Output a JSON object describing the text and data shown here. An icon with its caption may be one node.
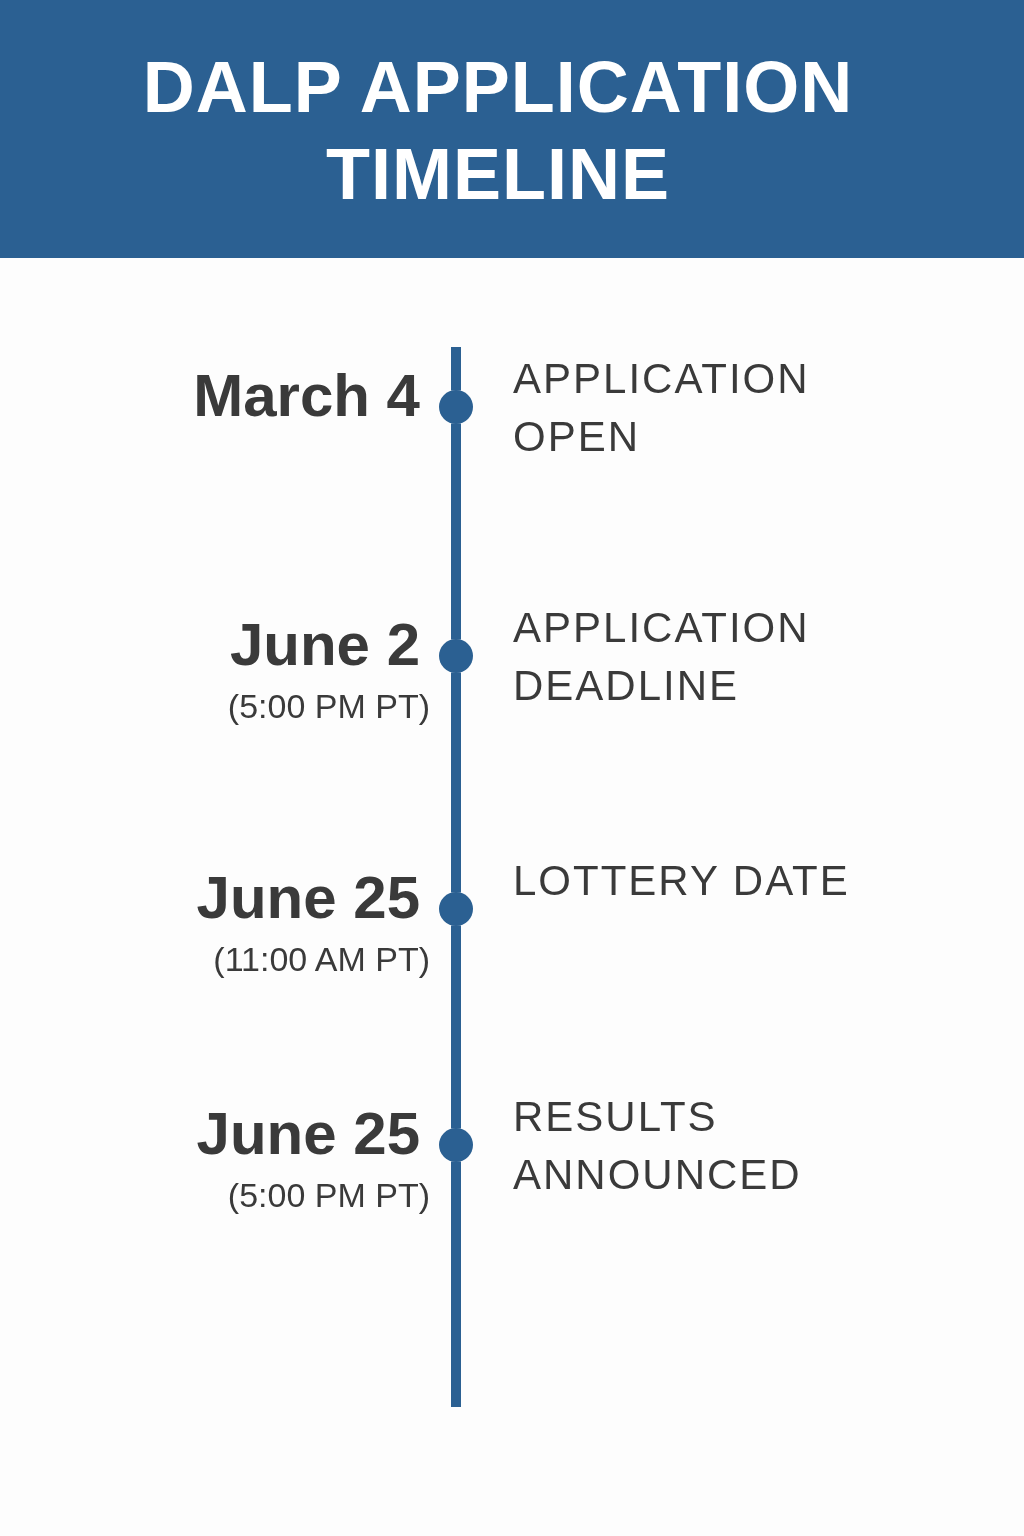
{
  "diagram": {
    "title": "DALP APPLICATION TIMELINE",
    "nodes": [
      {
        "text": [],
        "shape": "circle",
        "beside": [
          "March 4",
          "APPLICATION OPEN"
        ]
      },
      {
        "text": [],
        "shape": "circle",
        "beside": [
          "June 2",
          "(5:00 PM PT)",
          "APPLICATION DEADLINE"
        ]
      },
      {
        "text": [],
        "shape": "circle",
        "beside": [
          "June 25",
          "(11:00 AM PT)",
          "LOTTERY DATE"
        ]
      },
      {
        "text": [],
        "shape": "circle",
        "beside": [
          "June 25",
          "(5:00 PM PT)",
          "RESULTS ANNOUNCED"
        ]
      }
    ],
    "edges": [
      {
        "from": null,
        "to": 0,
        "arrow": "none"
      },
      {
        "from": 0,
        "to": 1,
        "arrow": "none"
      },
      {
        "from": 1,
        "to": 2,
        "arrow": "none"
      },
      {
        "from": 2,
        "to": 3,
        "arrow": "none"
      },
      {
        "from": 3,
        "to": null,
        "arrow": "none"
      }
    ]
  }
}
